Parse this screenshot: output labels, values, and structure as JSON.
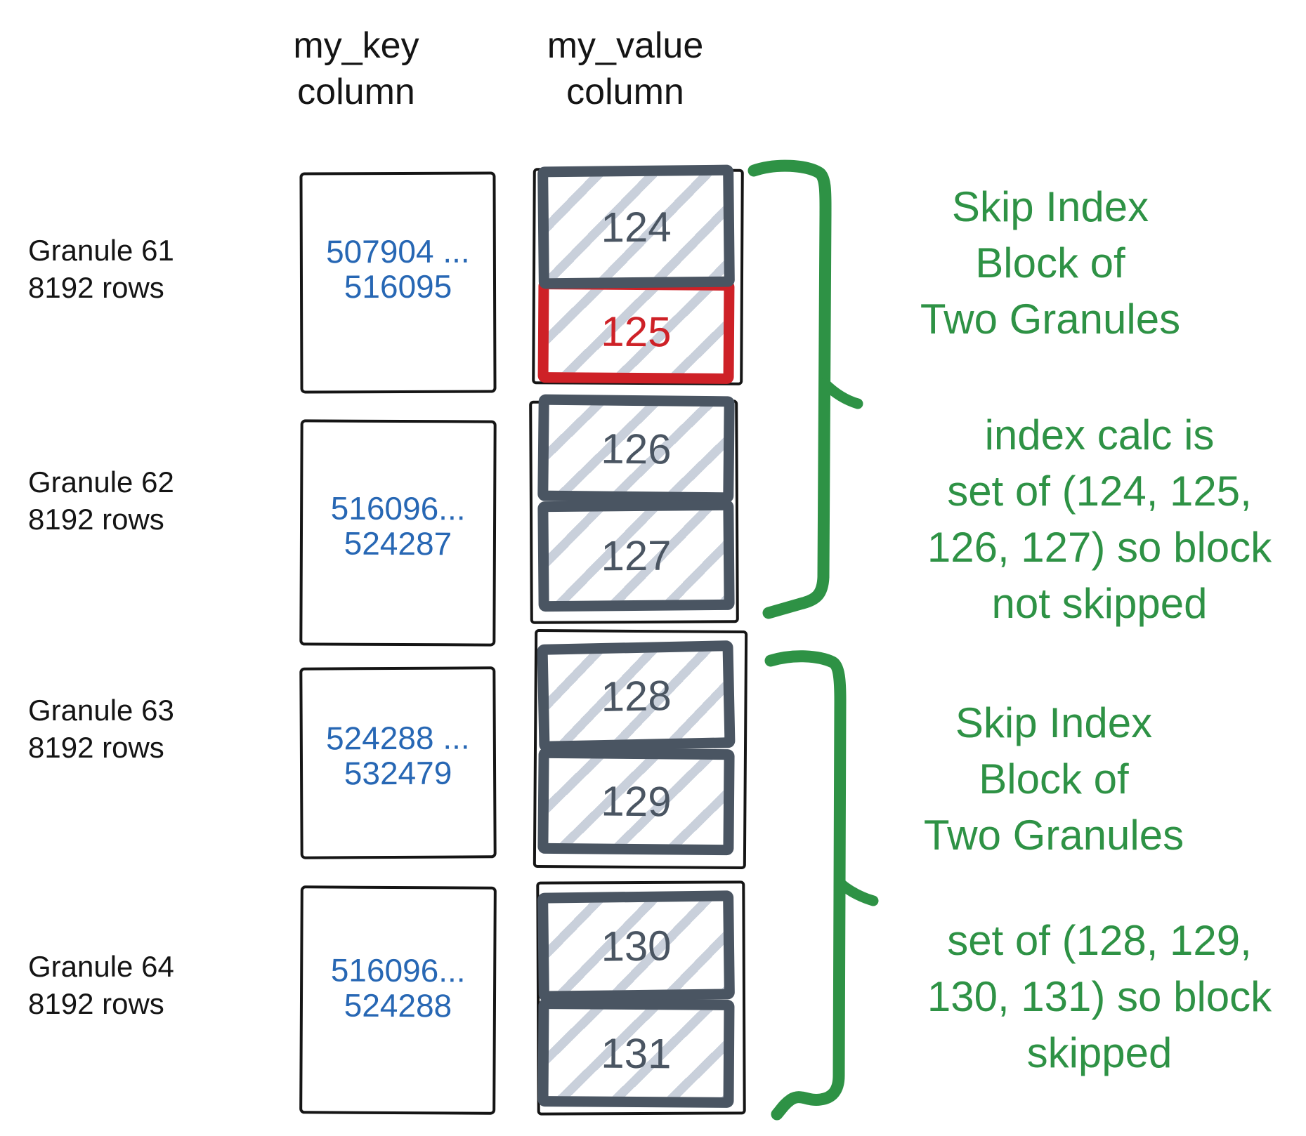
{
  "columns": {
    "key_header": [
      "my_key",
      "column"
    ],
    "value_header": [
      "my_value",
      "column"
    ]
  },
  "granules": [
    {
      "label": [
        "Granule 61",
        "8192 rows"
      ],
      "key_range": [
        "507904 ...",
        "516095"
      ],
      "blocks": [
        {
          "value": "124",
          "highlight": false
        },
        {
          "value": "125",
          "highlight": true
        }
      ]
    },
    {
      "label": [
        "Granule 62",
        "8192 rows"
      ],
      "key_range": [
        "516096...",
        "524287"
      ],
      "blocks": [
        {
          "value": "126",
          "highlight": false
        },
        {
          "value": "127",
          "highlight": false
        }
      ]
    },
    {
      "label": [
        "Granule 63",
        "8192 rows"
      ],
      "key_range": [
        "524288 ...",
        "532479"
      ],
      "blocks": [
        {
          "value": "128",
          "highlight": false
        },
        {
          "value": "129",
          "highlight": false
        }
      ]
    },
    {
      "label": [
        "Granule 64",
        "8192 rows"
      ],
      "key_range": [
        "516096...",
        "524288"
      ],
      "blocks": [
        {
          "value": "130",
          "highlight": false
        },
        {
          "value": "131",
          "highlight": false
        }
      ]
    }
  ],
  "annotations": [
    {
      "lines": [
        "Skip Index",
        "Block of",
        "Two Granules"
      ]
    },
    {
      "lines": [
        "index calc is",
        "set of (124, 125,",
        "126, 127) so block",
        "not skipped"
      ]
    },
    {
      "lines": [
        "Skip Index",
        "Block of",
        "Two Granules"
      ]
    },
    {
      "lines": [
        "set of (128, 129,",
        "130, 131) so block",
        "skipped"
      ]
    }
  ],
  "colors": {
    "green": "#2e9245",
    "red": "#ce2127",
    "blue": "#2767b4",
    "slate": "#4a5562",
    "hatch": "#c9d0db",
    "sketch": "#151515"
  }
}
